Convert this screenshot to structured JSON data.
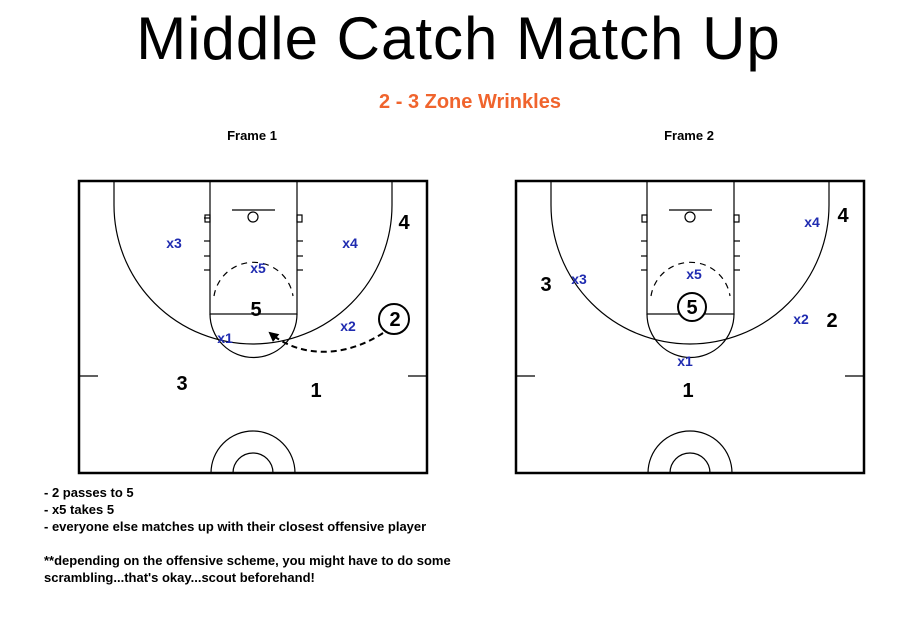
{
  "title": "Middle Catch Match Up",
  "subtitle": "2 - 3 Zone Wrinkles",
  "colors": {
    "subtitle": "#f0642d",
    "defense": "#1f2bb0",
    "offense": "#000000"
  },
  "frames": [
    {
      "label": "Frame 1",
      "offense": [
        "4",
        "5",
        "2",
        "3",
        "1"
      ],
      "defense": [
        "x3",
        "x4",
        "x5",
        "x1",
        "x2"
      ]
    },
    {
      "label": "Frame 2",
      "offense": [
        "4",
        "3",
        "5",
        "2",
        "1"
      ],
      "defense": [
        "x4",
        "x3",
        "x5",
        "x2",
        "x1"
      ]
    }
  ],
  "notes": {
    "bullets": [
      "-  2 passes to 5",
      "-  x5 takes 5",
      "-  everyone else matches up with their closest offensive player"
    ],
    "footer": "**depending on the offensive scheme, you might have to do some scrambling...that's okay...scout beforehand!"
  }
}
